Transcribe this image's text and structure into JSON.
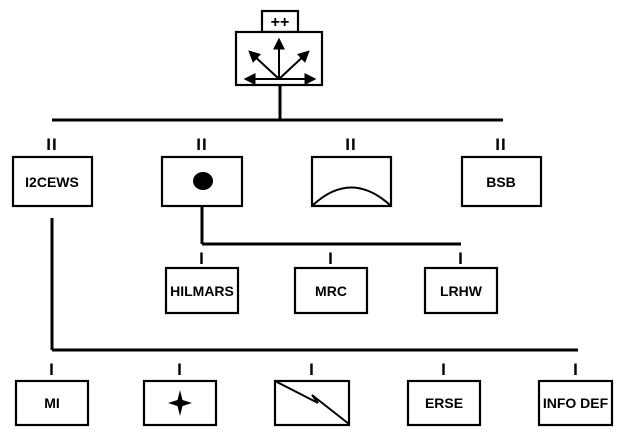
{
  "hq": {
    "echelon": "++"
  },
  "battalions": [
    {
      "echelon": "II",
      "label": "I2CEWS"
    },
    {
      "echelon": "II",
      "label": ""
    },
    {
      "echelon": "II",
      "label": ""
    },
    {
      "echelon": "II",
      "label": "BSB"
    }
  ],
  "fires_companies": [
    {
      "echelon": "I",
      "label": "HILMARS"
    },
    {
      "echelon": "I",
      "label": "MRC"
    },
    {
      "echelon": "I",
      "label": "LRHW"
    }
  ],
  "i2cews_companies": [
    {
      "echelon": "I",
      "label": "MI"
    },
    {
      "echelon": "I",
      "label": ""
    },
    {
      "echelon": "I",
      "label": ""
    },
    {
      "echelon": "I",
      "label": "ERSE"
    },
    {
      "echelon": "I",
      "label": "INFO DEF"
    }
  ]
}
